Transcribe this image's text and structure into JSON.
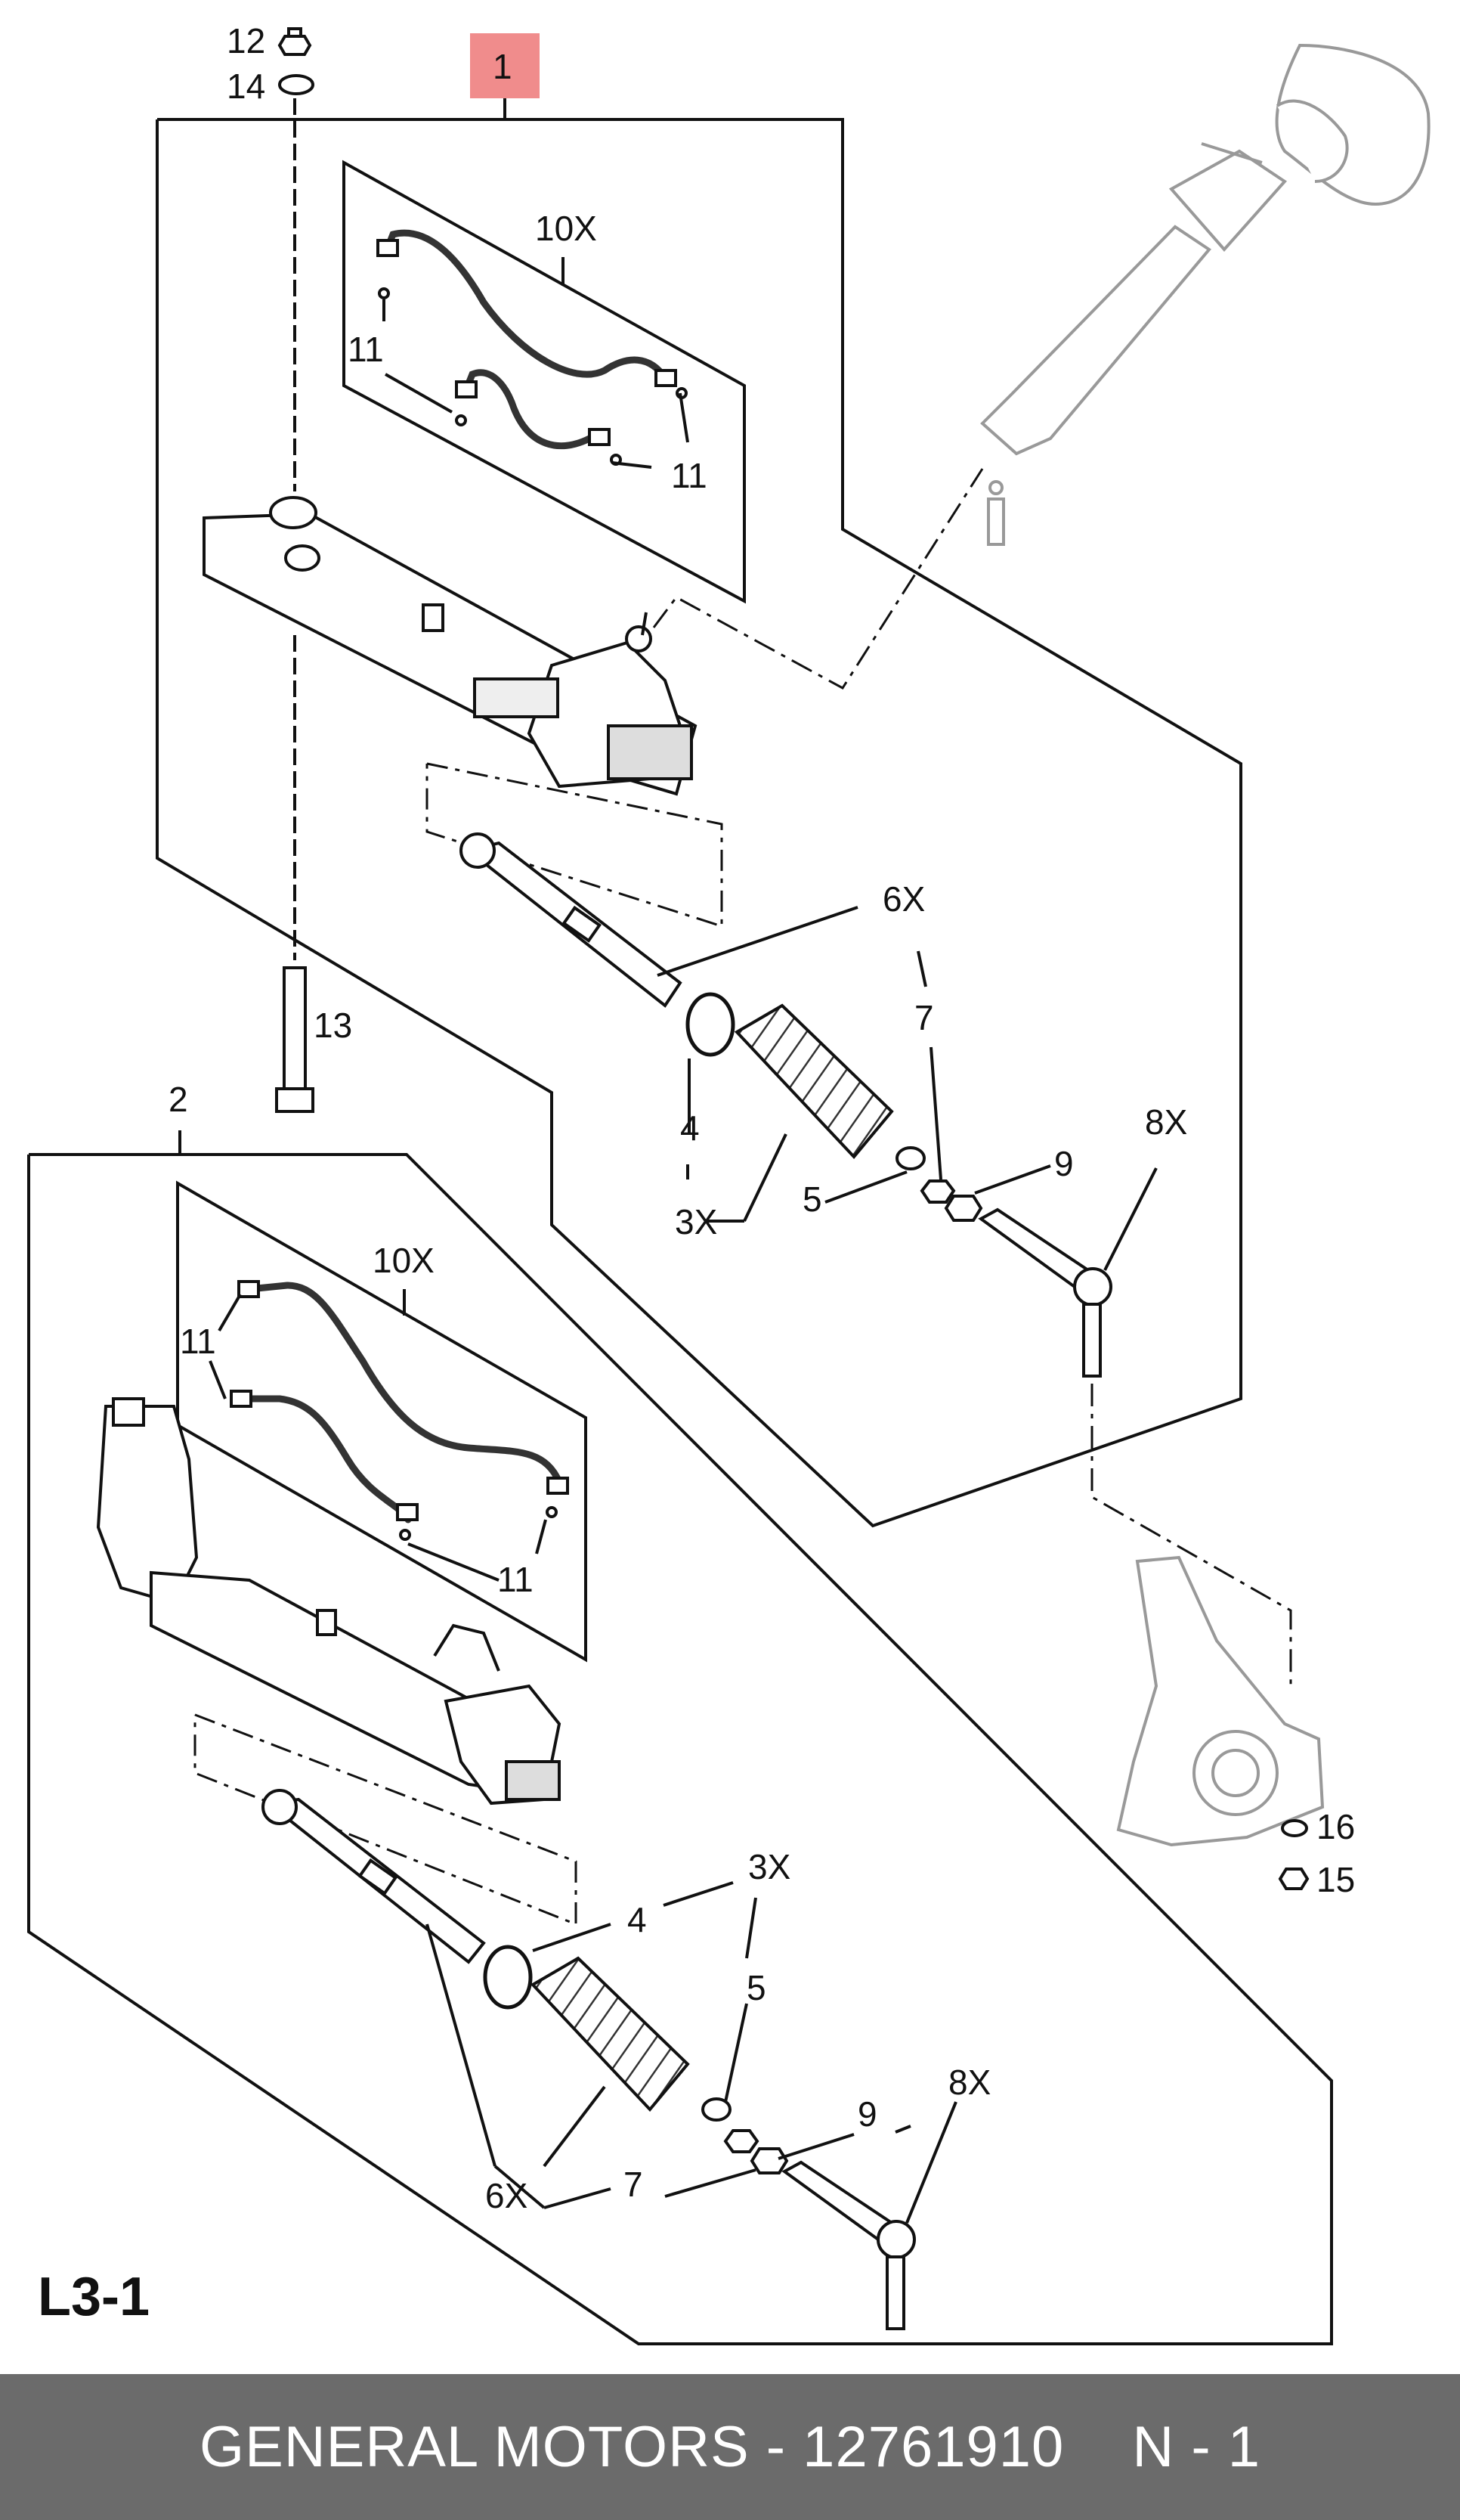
{
  "diagram": {
    "page_code": "L3-1",
    "callouts": {
      "c1": "1",
      "c2": "2",
      "c3x_top": "3X",
      "c3x_bot": "3X",
      "c4_top": "4",
      "c4_bot": "4",
      "c5_top": "5",
      "c5_bot": "5",
      "c6x_top": "6X",
      "c6x_bot": "6X",
      "c7_top": "7",
      "c7_bot": "7",
      "c8x_top": "8X",
      "c8x_bot": "8X",
      "c9_top": "9",
      "c9_bot": "9",
      "c10x_top": "10X",
      "c10x_bot": "10X",
      "c11_a": "11",
      "c11_b": "11",
      "c11_c": "11",
      "c11_d": "11",
      "c12": "12",
      "c13": "13",
      "c14": "14",
      "c15": "15",
      "c16": "16"
    },
    "highlight_color": "#f08c8c"
  },
  "footer": {
    "brand": "GENERAL MOTORS - 12761910",
    "sheet": "N - 1"
  }
}
